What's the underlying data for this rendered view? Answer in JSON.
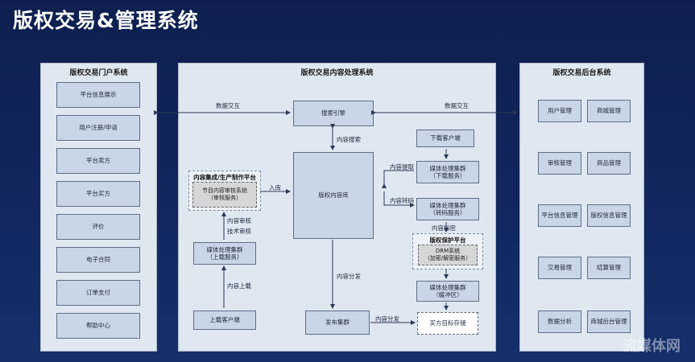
{
  "title": "版权交易&管理系统",
  "portal": {
    "title": "版权交易门户系统",
    "items": [
      "平台信息展示",
      "用户注册/申请",
      "平台卖方",
      "平台买方",
      "评价",
      "电子合同",
      "订单支付",
      "帮助中心"
    ]
  },
  "processing": {
    "title": "版权交易内容处理系统",
    "search_engine": "搜索引擎",
    "content_library": "版权内容库",
    "download_client": "下载客户端",
    "media_cluster_download": "媒体处理集群\n（下载服务）",
    "media_cluster_transcode": "媒体处理集群\n（转码服务）",
    "media_cluster_cache": "媒体处理集群\n（缓冲区）",
    "media_cluster_upload": "媒体处理集群\n（上载服务）",
    "upload_client": "上载客户端",
    "publish_cluster": "发布集群",
    "buyer_storage": "买方目标存储",
    "production_platform": {
      "title": "内容集成/生产制作平台",
      "inner": "节目内容审核系统\n（审核服务）"
    },
    "drm_platform": {
      "title": "版权保护平台",
      "inner": "DRM系统\n（加密/解密服务）"
    },
    "labels": {
      "data_exchange_left": "数据交互",
      "data_exchange_right": "数据交互",
      "content_search": "内容搜索",
      "content_extract": "内容提取",
      "content_transcode": "内容转码",
      "content_encrypt": "内容加密",
      "inbound": "入库",
      "content_review": "内容审核",
      "tech_review": "技术审核",
      "content_upload": "内容上载",
      "content_distribute_1": "内容分发",
      "content_distribute_2": "内容分发"
    }
  },
  "backend": {
    "title": "版权交易后台系统",
    "items": [
      "用户管理",
      "商城管理",
      "审核管理",
      "商品管理",
      "平台信息管理",
      "版权信息管理",
      "交易管理",
      "结算管理",
      "数据分析",
      "商城后台管理"
    ]
  },
  "watermark": "流媒体网"
}
